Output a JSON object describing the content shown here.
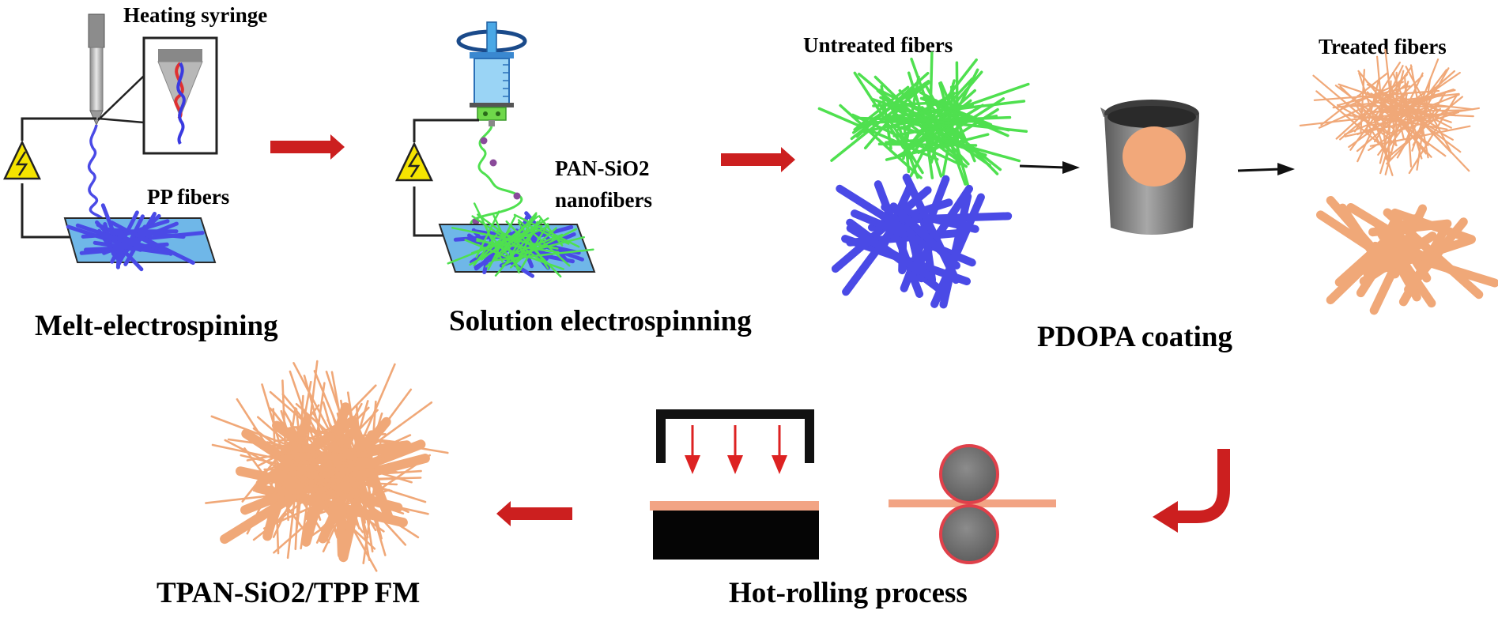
{
  "labels": {
    "heating_syringe": "Heating syringe",
    "pp_fibers": "PP fibers",
    "melt_electrospinning": "Melt-electrospining",
    "pan_sio2_line1": "PAN-SiO2",
    "pan_sio2_line2": "nanofibers",
    "solution_electrospinning": "Solution electrospinning",
    "untreated_fibers": "Untreated  fibers",
    "treated_fibers": "Treated  fibers",
    "pdopa_coating": "PDOPA  coating",
    "tpan_product": "TPAN-SiO2/TPP  FM",
    "hot_rolling": "Hot-rolling process"
  },
  "colors": {
    "process_arrow": "#cc1f1f",
    "pp_fiber": "#4a4ae6",
    "pan_fiber": "#4fe04f",
    "treated_fiber": "#f0a878",
    "collector": "#6fb7e8",
    "roller": "#707070",
    "roller_outline": "#e0404a",
    "warning": "#f5e400"
  },
  "icons": {
    "high_voltage": "high-voltage-icon",
    "syringe": "syringe-icon",
    "beaker": "beaker-icon",
    "roller": "roller-icon"
  }
}
